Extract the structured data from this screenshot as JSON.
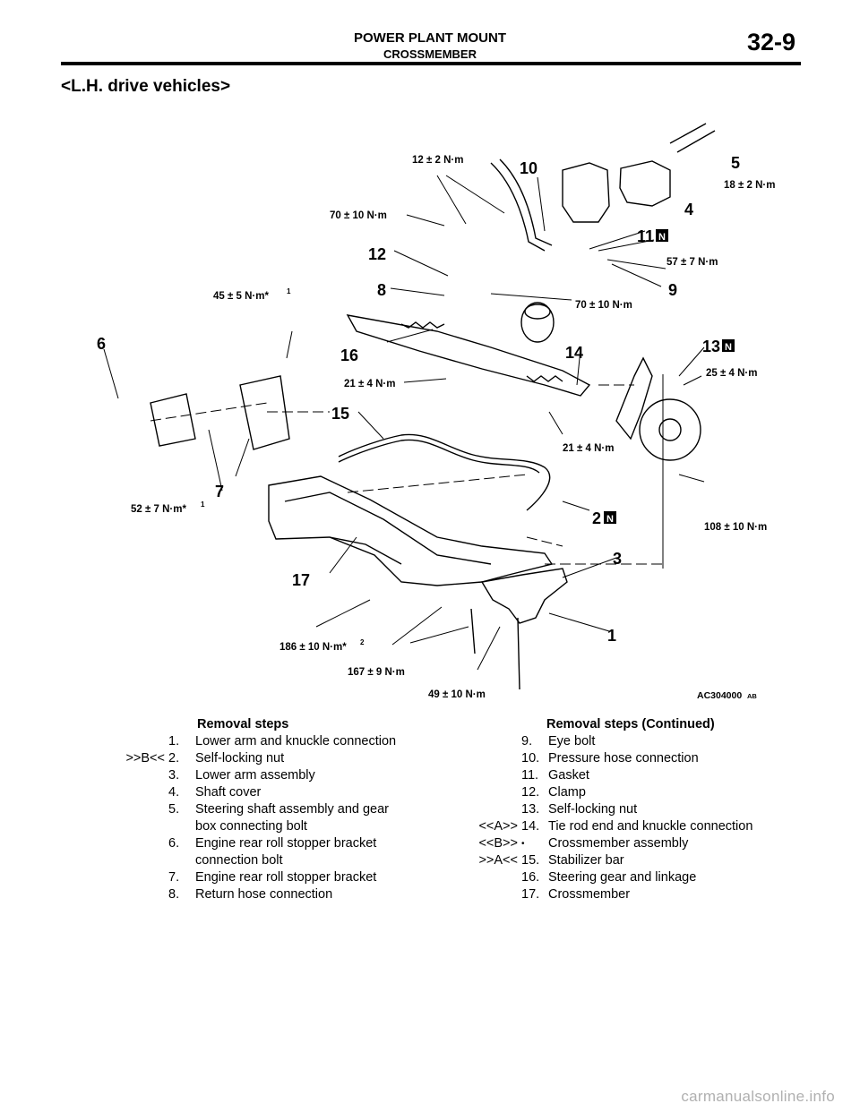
{
  "header": {
    "section": "POWER PLANT MOUNT",
    "subsection": "CROSSMEMBER",
    "page": "32-9"
  },
  "subtitle": "<L.H. drive vehicles>",
  "figure": {
    "code": "AC304000",
    "code_suffix": "AB",
    "part_labels": [
      "1",
      "2",
      "3",
      "4",
      "5",
      "6",
      "7",
      "8",
      "9",
      "10",
      "11",
      "12",
      "13",
      "14",
      "15",
      "16",
      "17"
    ],
    "new_part_badge": "N",
    "torques": {
      "t12": "12 ± 2 N·m",
      "t70a": "70 ± 10 N·m",
      "t45": "45 ± 5 N·m*",
      "t45_sup": "1",
      "t18": "18 ± 2 N·m",
      "t57": "57 ± 7 N·m",
      "t70b": "70 ± 10 N·m",
      "t25": "25 ± 4 N·m",
      "t21a": "21 ± 4 N·m",
      "t21b": "21 ± 4 N·m",
      "t52": "52 ± 7 N·m*",
      "t52_sup": "1",
      "t108": "108 ± 10 N·m",
      "t186": "186 ± 10 N·m*",
      "t186_sup": "2",
      "t167": "167 ± 9 N·m",
      "t49": "49 ± 10 N·m"
    }
  },
  "removal_steps": {
    "title": "Removal steps",
    "items": [
      {
        "ref": "",
        "num": "1.",
        "text": "Lower arm and knuckle connection"
      },
      {
        "ref": ">>B<<",
        "num": "2.",
        "text": "Self-locking nut"
      },
      {
        "ref": "",
        "num": "3.",
        "text": "Lower arm assembly"
      },
      {
        "ref": "",
        "num": "4.",
        "text": "Shaft cover"
      },
      {
        "ref": "",
        "num": "5.",
        "text": "Steering shaft assembly and gear",
        "cont": "box connecting bolt"
      },
      {
        "ref": "",
        "num": "6.",
        "text": "Engine rear roll stopper bracket",
        "cont": "connection bolt"
      },
      {
        "ref": "",
        "num": "7.",
        "text": "Engine rear roll stopper bracket"
      },
      {
        "ref": "",
        "num": "8.",
        "text": "Return hose connection"
      }
    ]
  },
  "removal_steps_continued": {
    "title": "Removal steps (Continued)",
    "items": [
      {
        "ref": "",
        "num": "9.",
        "text": "Eye bolt"
      },
      {
        "ref": "",
        "num": "10.",
        "text": "Pressure hose connection"
      },
      {
        "ref": "",
        "num": "11.",
        "text": "Gasket"
      },
      {
        "ref": "",
        "num": "12.",
        "text": "Clamp"
      },
      {
        "ref": "",
        "num": "13.",
        "text": "Self-locking nut"
      },
      {
        "ref": "<<A>>",
        "num": "14.",
        "text": "Tie rod end and knuckle connection"
      },
      {
        "ref": "<<B>>",
        "num": "•",
        "text": "Crossmember assembly"
      },
      {
        "ref": ">>A<<",
        "num": "15.",
        "text": "Stabilizer bar"
      },
      {
        "ref": "",
        "num": "16.",
        "text": "Steering gear and linkage"
      },
      {
        "ref": "",
        "num": "17.",
        "text": "Crossmember"
      }
    ]
  },
  "watermark": "carmanualsonline.info"
}
